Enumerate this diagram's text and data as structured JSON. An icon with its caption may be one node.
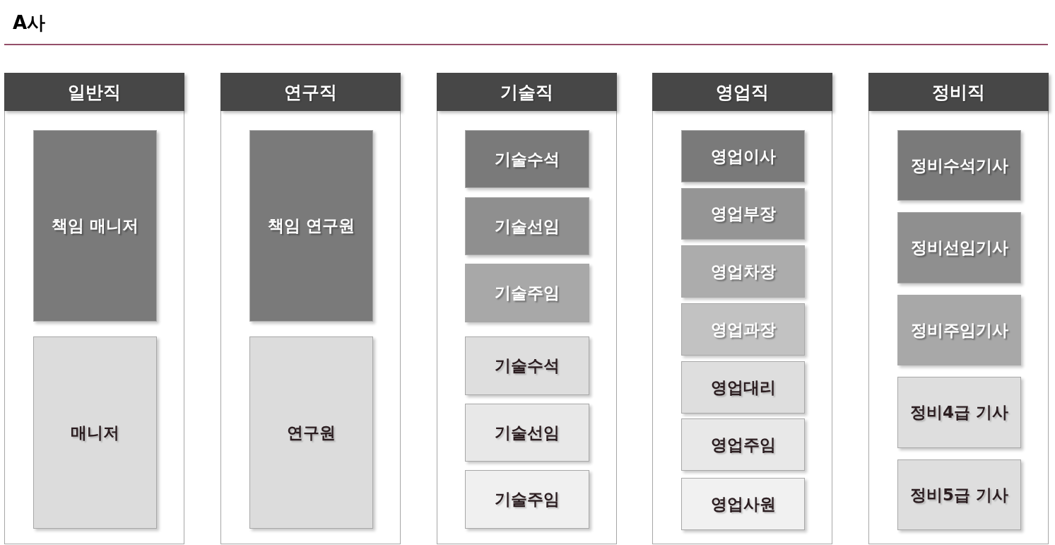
{
  "diagram": {
    "title": "A사",
    "nodes": [
      {
        "text": [
          "일반직"
        ]
      },
      {
        "text": [
          "책임 매니저"
        ],
        "in": 0
      },
      {
        "text": [
          "매니저"
        ],
        "in": 0
      },
      {
        "text": [
          "연구직"
        ]
      },
      {
        "text": [
          "책임 연구원"
        ],
        "in": 3
      },
      {
        "text": [
          "연구원"
        ],
        "in": 3
      },
      {
        "text": [
          "기술직"
        ]
      },
      {
        "text": [
          "기술수석"
        ],
        "in": 6
      },
      {
        "text": [
          "기술선임"
        ],
        "in": 6
      },
      {
        "text": [
          "기술주임"
        ],
        "in": 6
      },
      {
        "text": [
          "기술수석"
        ],
        "in": 6
      },
      {
        "text": [
          "기술선임"
        ],
        "in": 6
      },
      {
        "text": [
          "기술주임"
        ],
        "in": 6
      },
      {
        "text": [
          "영업직"
        ]
      },
      {
        "text": [
          "영업이사"
        ],
        "in": 13
      },
      {
        "text": [
          "영업부장"
        ],
        "in": 13
      },
      {
        "text": [
          "영업차장"
        ],
        "in": 13
      },
      {
        "text": [
          "영업과장"
        ],
        "in": 13
      },
      {
        "text": [
          "영업대리"
        ],
        "in": 13
      },
      {
        "text": [
          "영업주임"
        ],
        "in": 13
      },
      {
        "text": [
          "영업사원"
        ],
        "in": 13
      },
      {
        "text": [
          "정비직"
        ]
      },
      {
        "text": [
          "정비수석기사"
        ],
        "in": 21
      },
      {
        "text": [
          "정비선임기사"
        ],
        "in": 21
      },
      {
        "text": [
          "정비주임기사"
        ],
        "in": 21
      },
      {
        "text": [
          "정비4급 기사"
        ],
        "in": 21
      },
      {
        "text": [
          "정비5급 기사"
        ],
        "in": 21
      }
    ],
    "edges": []
  }
}
